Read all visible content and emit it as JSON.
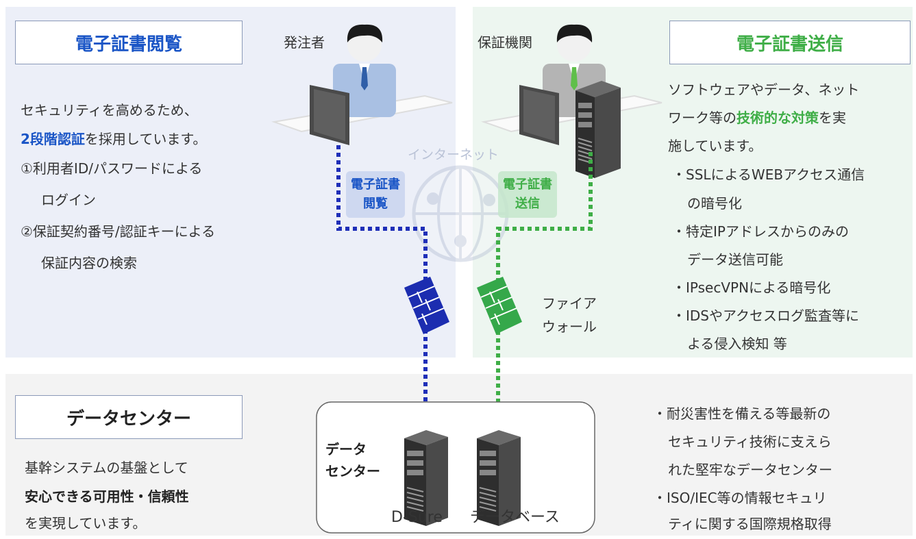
{
  "left": {
    "title": "電子証書閲覧",
    "line1": "セキュリティを高めるため、",
    "line2_strong": "2段階認証",
    "line2_rest": "を採用しています。",
    "line3": "①利用者ID/パスワードによる",
    "line4": "ログイン",
    "line5": "②保証契約番号/認証キーによる",
    "line6": "保証内容の検索"
  },
  "right": {
    "title": "電子証書送信",
    "line1": "ソフトウェアやデータ、ネット",
    "line2_pre": "ワーク等の",
    "line2_strong": "技術的な対策",
    "line2_post": "を実",
    "line3": "施しています。",
    "bullets": [
      "・SSLによるWEBアクセス通信",
      "の暗号化",
      "・特定IPアドレスからのみの",
      "データ送信可能",
      "・IPsecVPNによる暗号化",
      "・IDSやアクセスログ監査等に",
      "よる侵入検知 等"
    ]
  },
  "bottom": {
    "title": "データセンター",
    "line1": "基幹システムの基盤として",
    "line2_strong": "安心できる可用性・信頼性",
    "line3": "を実現しています。",
    "bullets": [
      "・耐災害性を備える等最新の",
      "セキュリティ技術に支えら",
      "れた堅牢なデータセンター",
      "・ISO/IEC等の情報セキュリ",
      "ティに関する国際規格取得"
    ]
  },
  "diagram": {
    "orderer_label": "発注者",
    "guarantor_label": "保証機関",
    "internet_label": "インターネット",
    "view_tag_l1": "電子証書",
    "view_tag_l2": "閲覧",
    "send_tag_l1": "電子証書",
    "send_tag_l2": "送信",
    "firewall_l1": "ファイア",
    "firewall_l2": "ウォール",
    "dc_label_l1": "データ",
    "dc_label_l2": "センター",
    "server1_label": "D-Sure",
    "server2_label": "データベース"
  },
  "colors": {
    "blue_path": "#1f2fb8",
    "green_path": "#3fae47",
    "blue_text": "#1a55c6"
  }
}
